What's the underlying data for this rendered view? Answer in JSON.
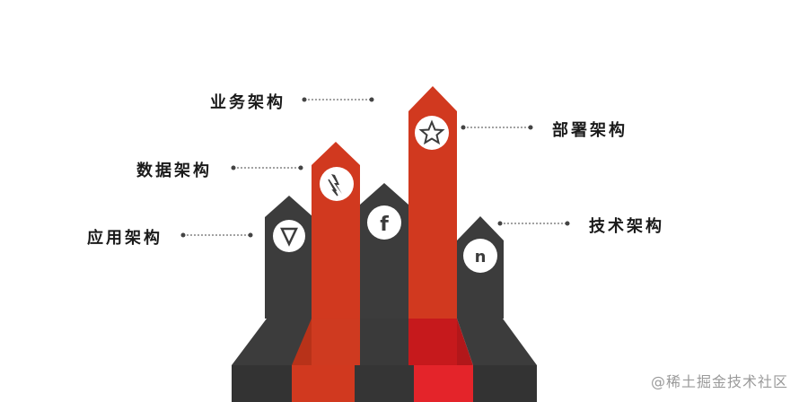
{
  "labels": {
    "application": "应用架构",
    "data": "数据架构",
    "business": "业务架构",
    "deployment": "部署架构",
    "technology": "技术架构"
  },
  "icons": {
    "application": "triangle-down-icon",
    "data": "lightning-icon",
    "center": "f-icon",
    "deployment": "star-icon",
    "technology": "n-icon"
  },
  "icon_glyphs": {
    "center": "f",
    "technology": "n"
  },
  "colors": {
    "dark": "#3c3c3c",
    "dark_shadow": "#2e2e2e",
    "red": "#d1391f",
    "red_front": "#e4242a",
    "red_top": "#c6191c",
    "line": "#444444"
  },
  "watermark": "@稀土掘金技术社区"
}
